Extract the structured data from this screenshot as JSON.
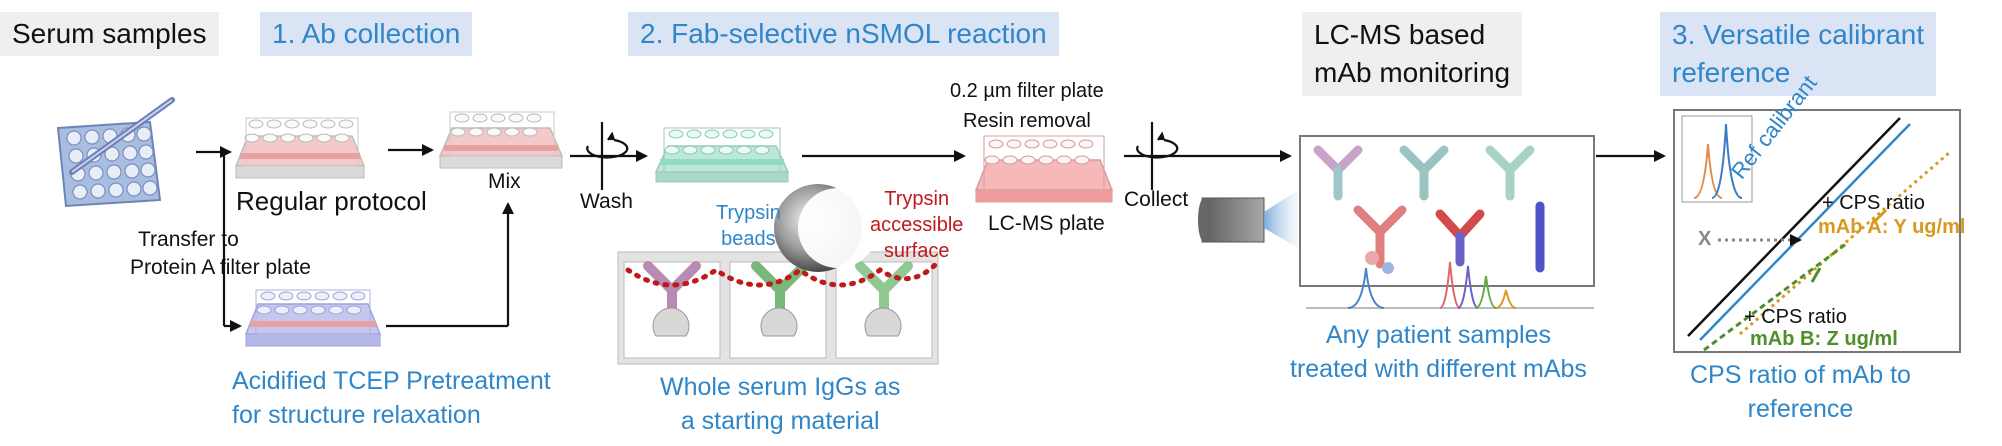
{
  "headers": {
    "serum_samples": "Serum samples",
    "step1": "1. Ab collection",
    "step2": "2. Fab-selective nSMOL reaction",
    "lcms_line1": "LC-MS based",
    "lcms_line2": "mAb monitoring",
    "step3_line1": "3. Versatile calibrant",
    "step3_line2": "reference"
  },
  "labels": {
    "regular_protocol": "Regular protocol",
    "mix": "Mix",
    "wash": "Wash",
    "transfer_line1": "Transfer to",
    "transfer_line2": "Protein A filter plate",
    "filter_plate": "0.2 µm filter plate",
    "resin_removal": "Resin removal",
    "lcms_plate": "LC-MS plate",
    "collect": "Collect",
    "trypsin_beads_line1": "Trypsin",
    "trypsin_beads_line2": "beads",
    "trypsin_surface_line1": "Trypsin",
    "trypsin_surface_line2": "accessible",
    "trypsin_surface_line3": "surface",
    "ref_calibrant": "Ref calibrant",
    "cps_ratio_a": "+ CPS ratio",
    "mab_a": "mAb A: Y ug/ml",
    "cps_ratio_b": "+ CPS ratio",
    "mab_b": "mAb B: Z ug/ml",
    "x_mark": "X"
  },
  "captions": {
    "acidified_line1": "Acidified TCEP Pretreatment",
    "acidified_line2": "for structure relaxation",
    "whole_serum_line1": "Whole serum IgGs as",
    "whole_serum_line2": "a starting material",
    "patient_line1": "Any patient samples",
    "patient_line2": "treated with different mAbs",
    "cps_line1": "CPS ratio of mAb to",
    "cps_line2": "reference"
  },
  "colors": {
    "blue_text": "#2f86c8",
    "red_text": "#c0191c",
    "header_blue_bg": "#dae4f4",
    "header_gray_bg": "#efefef",
    "mab_a_color": "#d69a22",
    "mab_b_color": "#4e8f2b"
  }
}
